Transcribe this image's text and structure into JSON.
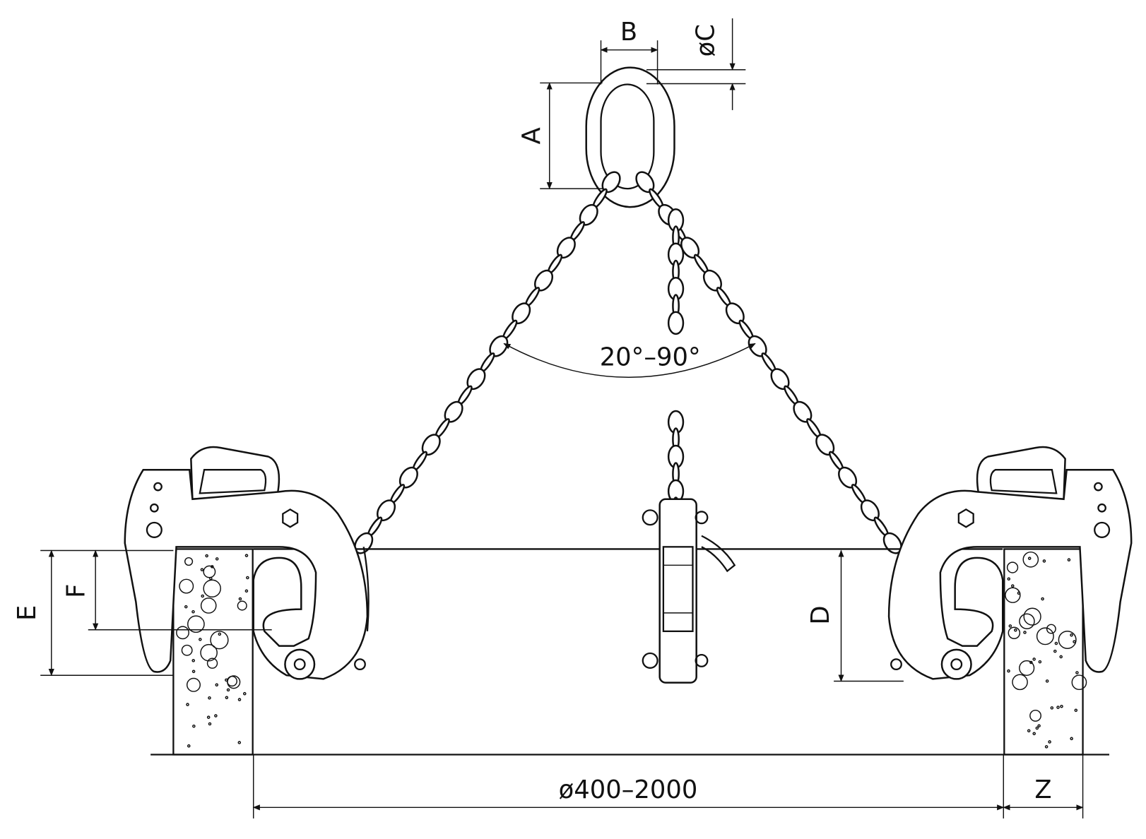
{
  "labels": {
    "A": "A",
    "B": "B",
    "C": "øC",
    "D": "D",
    "E": "E",
    "F": "F",
    "Z": "Z",
    "angle": "20°–90°",
    "diameter": "ø400–2000"
  },
  "colors": {
    "line": "#111111",
    "background": "#ffffff"
  }
}
